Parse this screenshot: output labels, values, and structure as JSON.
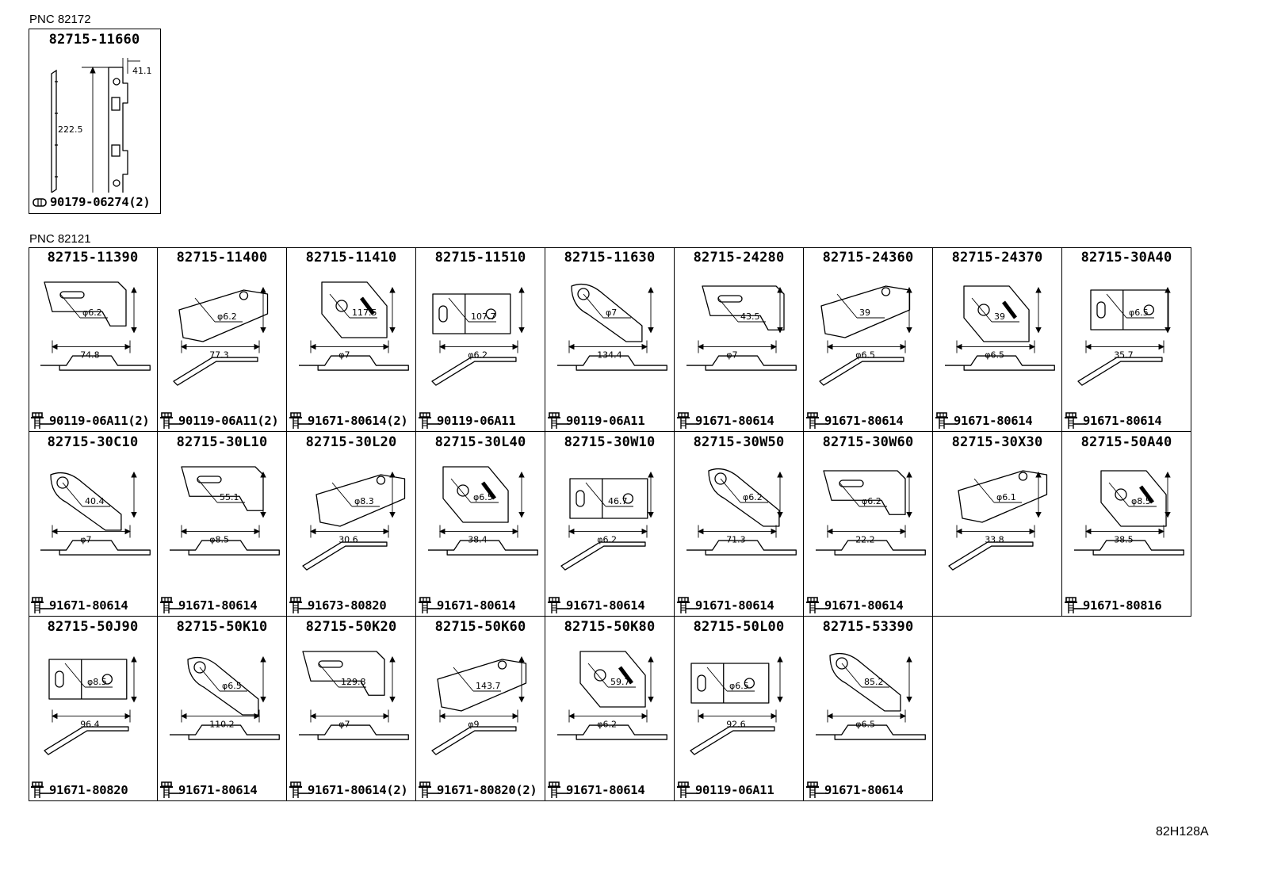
{
  "groups": [
    {
      "pnc_label": "PNC 82172",
      "parts": [
        {
          "part_no": "82715-11660",
          "fastener": "90179-06274(2)",
          "fastener_icon": "nut-icon",
          "dims": [
            "41.1",
            "222.5"
          ]
        }
      ]
    },
    {
      "pnc_label": "PNC 82121",
      "parts": [
        {
          "part_no": "82715-11390",
          "fastener": "90119-06A11(2)",
          "fastener_icon": "bolt-icon",
          "dims": [
            "φ6.2",
            "74.8"
          ]
        },
        {
          "part_no": "82715-11400",
          "fastener": "90119-06A11(2)",
          "fastener_icon": "bolt-icon",
          "dims": [
            "φ6.2",
            "77.3"
          ]
        },
        {
          "part_no": "82715-11410",
          "fastener": "91671-80614(2)",
          "fastener_icon": "bolt-icon",
          "dims": [
            "117.5",
            "φ7"
          ]
        },
        {
          "part_no": "82715-11510",
          "fastener": "90119-06A11",
          "fastener_icon": "bolt-icon",
          "dims": [
            "107.7",
            "φ6.2"
          ]
        },
        {
          "part_no": "82715-11630",
          "fastener": "90119-06A11",
          "fastener_icon": "bolt-icon",
          "dims": [
            "φ7",
            "134.4"
          ]
        },
        {
          "part_no": "82715-24280",
          "fastener": "91671-80614",
          "fastener_icon": "bolt-icon",
          "dims": [
            "43.5",
            "φ7"
          ]
        },
        {
          "part_no": "82715-24360",
          "fastener": "91671-80614",
          "fastener_icon": "bolt-icon",
          "dims": [
            "39",
            "φ6.5"
          ]
        },
        {
          "part_no": "82715-24370",
          "fastener": "91671-80614",
          "fastener_icon": "bolt-icon",
          "dims": [
            "39",
            "φ6.5"
          ]
        },
        {
          "part_no": "82715-30A40",
          "fastener": "91671-80614",
          "fastener_icon": "bolt-icon",
          "dims": [
            "φ6.5",
            "35.7"
          ]
        },
        {
          "part_no": "82715-30C10",
          "fastener": "91671-80614",
          "fastener_icon": "bolt-icon",
          "dims": [
            "40.4",
            "φ7"
          ]
        },
        {
          "part_no": "82715-30L10",
          "fastener": "91671-80614",
          "fastener_icon": "bolt-icon",
          "dims": [
            "55.1",
            "φ8.5"
          ]
        },
        {
          "part_no": "82715-30L20",
          "fastener": "91673-80820",
          "fastener_icon": "bolt-icon",
          "dims": [
            "φ8.3",
            "30.6"
          ]
        },
        {
          "part_no": "82715-30L40",
          "fastener": "91671-80614",
          "fastener_icon": "bolt-icon",
          "dims": [
            "φ6.5",
            "38.4"
          ]
        },
        {
          "part_no": "82715-30W10",
          "fastener": "91671-80614",
          "fastener_icon": "bolt-icon",
          "dims": [
            "46.7",
            "φ6.2"
          ]
        },
        {
          "part_no": "82715-30W50",
          "fastener": "91671-80614",
          "fastener_icon": "bolt-icon",
          "dims": [
            "φ6.2",
            "71.3"
          ]
        },
        {
          "part_no": "82715-30W60",
          "fastener": "91671-80614",
          "fastener_icon": "bolt-icon",
          "dims": [
            "φ6.2",
            "22.2"
          ]
        },
        {
          "part_no": "82715-30X30",
          "fastener": "",
          "fastener_icon": "",
          "dims": [
            "φ6.1",
            "33.8"
          ]
        },
        {
          "part_no": "82715-50A40",
          "fastener": "91671-80816",
          "fastener_icon": "bolt-icon",
          "dims": [
            "φ8.5",
            "38.5"
          ]
        },
        {
          "part_no": "82715-50J90",
          "fastener": "91671-80820",
          "fastener_icon": "bolt-icon",
          "dims": [
            "φ8.5",
            "96.4"
          ]
        },
        {
          "part_no": "82715-50K10",
          "fastener": "91671-80614",
          "fastener_icon": "bolt-icon",
          "dims": [
            "φ6.5",
            "110.2"
          ]
        },
        {
          "part_no": "82715-50K20",
          "fastener": "91671-80614(2)",
          "fastener_icon": "bolt-icon",
          "dims": [
            "129.8",
            "φ7"
          ]
        },
        {
          "part_no": "82715-50K60",
          "fastener": "91671-80820(2)",
          "fastener_icon": "bolt-icon",
          "dims": [
            "143.7",
            "φ9"
          ]
        },
        {
          "part_no": "82715-50K80",
          "fastener": "91671-80614",
          "fastener_icon": "bolt-icon",
          "dims": [
            "59.7",
            "φ6.2"
          ]
        },
        {
          "part_no": "82715-50L00",
          "fastener": "90119-06A11",
          "fastener_icon": "bolt-icon",
          "dims": [
            "φ6.5",
            "92.6"
          ]
        },
        {
          "part_no": "82715-53390",
          "fastener": "91671-80614",
          "fastener_icon": "bolt-icon",
          "dims": [
            "85.2",
            "φ6.5"
          ]
        }
      ]
    }
  ],
  "illustration_ref": "82H128A"
}
